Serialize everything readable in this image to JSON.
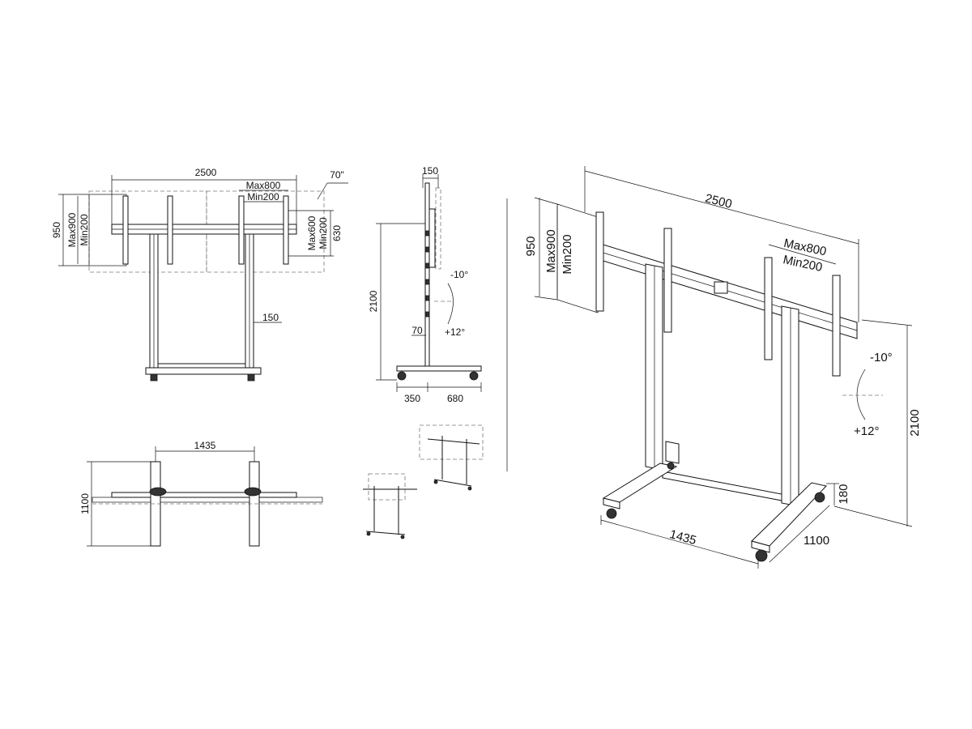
{
  "front_view": {
    "width": "2500",
    "screen_size": "70\"",
    "vesa_h": "Max800",
    "vesa_h_min": "Min200",
    "height_total": "950",
    "vesa_v": "Max900",
    "vesa_v_min": "Min200",
    "vesa_v2": "Max600",
    "vesa_v2_min": "Min200",
    "bracket_h": "630",
    "post_width": "150"
  },
  "side_view": {
    "depth_top": "150",
    "height": "2100",
    "tilt_up": "-10°",
    "tilt_down": "+12°",
    "offset": "70",
    "base_front": "350",
    "base_back": "680"
  },
  "top_view": {
    "spacing": "1435",
    "depth": "1100"
  },
  "iso_view": {
    "width": "2500",
    "height_total": "950",
    "vesa_v": "Max900",
    "vesa_v_min": "Min200",
    "vesa_h": "Max800",
    "vesa_h_min": "Min200",
    "tilt_up": "-10°",
    "tilt_down": "+12°",
    "height": "2100",
    "base_height": "180",
    "spacing": "1435",
    "depth": "1100"
  }
}
